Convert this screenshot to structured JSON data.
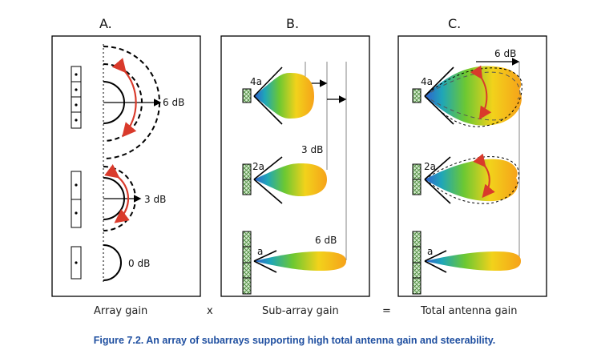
{
  "panels": {
    "a": {
      "label": "A.",
      "bottom": "Array gain",
      "gains": [
        "6 dB",
        "3 dB",
        "0 dB"
      ]
    },
    "b": {
      "label": "B.",
      "bottom": "Sub-array gain",
      "gains": [
        "3 dB",
        "6 dB"
      ],
      "subarrays": [
        "4a",
        "2a",
        "a"
      ]
    },
    "c": {
      "label": "C.",
      "bottom": "Total antenna gain",
      "gains": [
        "6 dB"
      ],
      "subarrays": [
        "4a",
        "2a",
        "a"
      ]
    }
  },
  "operators": {
    "multiply": "x",
    "equals": "="
  },
  "caption": "Figure 7.2. An array of subarrays supporting high total antenna gain and steerability.",
  "colors": {
    "caption": "#1f4fa0",
    "steer_arrow": "#d93a2b",
    "beam_start": "#2f5fd0",
    "beam_mid": "#6cc832",
    "beam_end": "#f6a21a"
  }
}
